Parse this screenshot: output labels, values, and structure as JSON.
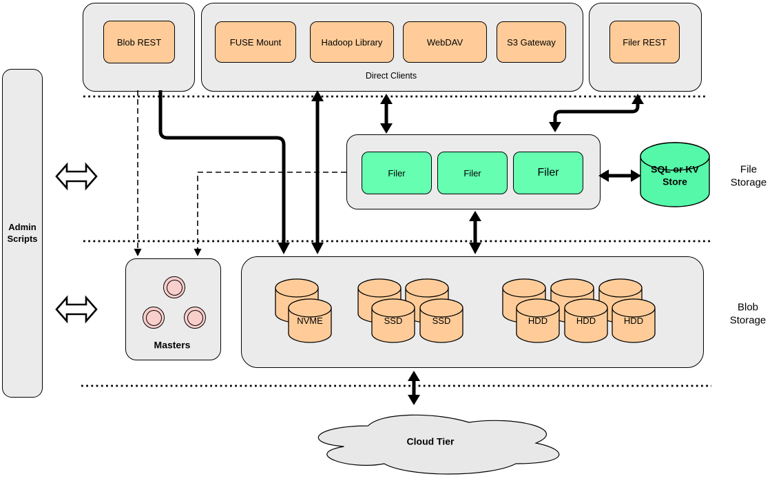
{
  "colors": {
    "container_gray": "#ebebeb",
    "node_orange": "#ffcc99",
    "node_green": "#66ffb2",
    "cylinder_green": "#55f7a8",
    "node_pink": "#f9cfcc",
    "cloud_gray": "#e8e8e8",
    "line_black": "#000000"
  },
  "top_row": {
    "blob_rest_group": {
      "node": "Blob REST"
    },
    "direct_clients_group": {
      "label": "Direct Clients",
      "nodes": [
        "FUSE Mount",
        "Hadoop Library",
        "WebDAV",
        "S3 Gateway"
      ]
    },
    "filer_rest_group": {
      "node": "Filer REST"
    }
  },
  "admin": {
    "label": "Admin Scripts"
  },
  "file_storage_tier": {
    "tier_label": "File Storage",
    "filers": [
      "Filer",
      "Filer",
      "Filer"
    ],
    "metadata_store": "SQL or KV Store"
  },
  "blob_storage_tier": {
    "tier_label": "Blob Storage",
    "masters_label": "Masters",
    "master_count": 3,
    "volumes": [
      "NVME",
      "SSD",
      "SSD",
      "HDD",
      "HDD",
      "HDD"
    ]
  },
  "cloud_tier": {
    "label": "Cloud Tier"
  }
}
